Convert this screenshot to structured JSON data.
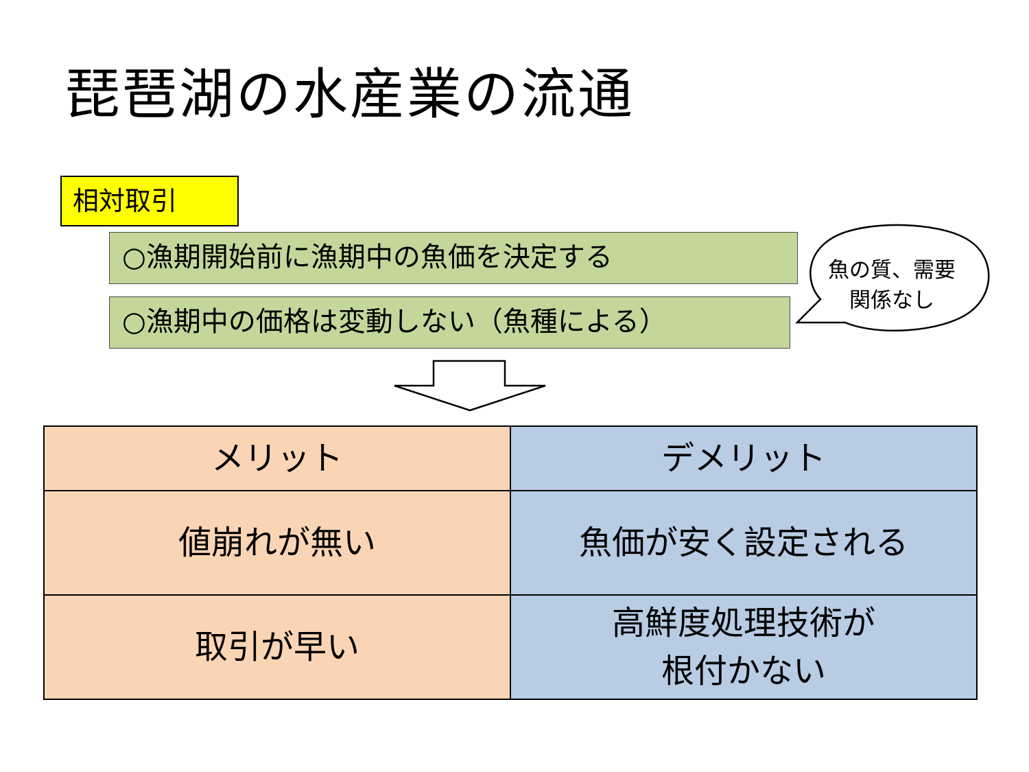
{
  "title": "琵琶湖の水産業の流通",
  "tag": "相対取引",
  "bullets": [
    "○漁期開始前に漁期中の魚価を決定する",
    "○漁期中の価格は変動しない（魚種による）"
  ],
  "callout": {
    "line1": "魚の質、需要",
    "line2": "関係なし"
  },
  "table": {
    "headers": [
      "メリット",
      "デメリット"
    ],
    "rows": [
      {
        "merit": "値崩れが無い",
        "demerit": [
          "魚価が安く設定される"
        ]
      },
      {
        "merit": "取引が早い",
        "demerit": [
          "高鮮度処理技術が",
          "根付かない"
        ]
      }
    ]
  },
  "colors": {
    "tag_bg": "#ffff00",
    "bullet_bg": "#c4d79b",
    "merit_bg": "#fad5b5",
    "demerit_bg": "#b8cce4"
  }
}
